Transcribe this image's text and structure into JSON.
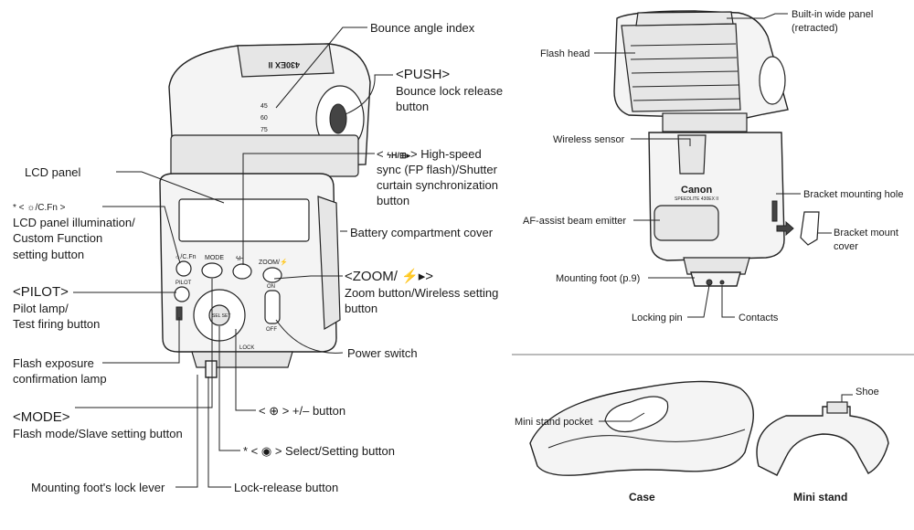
{
  "left": {
    "bounce_angle_index": "Bounce angle index",
    "push_title": "<PUSH>",
    "push_desc_1": "Bounce lock release",
    "push_desc_2": "button",
    "hss_tag": "< ",
    "hss_icon": "ϟH/⊞▸",
    "hss_tag_close": "> High-speed",
    "hss_desc_1": "sync (FP flash)/Shutter",
    "hss_desc_2": "curtain synchronization",
    "hss_desc_3": "button",
    "lcd_panel": "LCD panel",
    "lcd_illum_tag": "* < ☼/C.Fn >",
    "lcd_illum_1": "LCD panel illumination/",
    "lcd_illum_2": "Custom Function",
    "lcd_illum_3": "setting button",
    "battery_cover": "Battery compartment cover",
    "pilot_title": "<PILOT>",
    "pilot_1": "Pilot lamp/",
    "pilot_2": "Test firing button",
    "zoom_title": "<ZOOM/ ⚡▸>",
    "zoom_1": "Zoom button/Wireless setting",
    "zoom_2": "button",
    "power_switch": "Power switch",
    "fec_lamp_1": "Flash exposure",
    "fec_lamp_2": "confirmation lamp",
    "mode_title": "<MODE>",
    "mode_desc": "Flash mode/Slave setting button",
    "plusminus": "< ⊕ > +/– button",
    "select_set": "* < ◉ > Select/Setting button",
    "foot_lock_lever": "Mounting foot's lock lever",
    "lock_release": "Lock-release button",
    "panel_btn_cfn": "☼/C.Fn",
    "panel_btn_mode": "MODE",
    "panel_btn_hss": "ϟH",
    "panel_btn_zoom": "ZOOM/⚡",
    "panel_btn_pilot": "PILOT",
    "panel_btn_on": "ON",
    "panel_btn_off": "OFF",
    "panel_sel": "SEL SET",
    "panel_lock": "LOCK",
    "angle_45": "45",
    "angle_60": "60",
    "angle_75": "75",
    "head_model": "430EX II"
  },
  "right": {
    "builtin_panel_1": "Built-in wide panel",
    "builtin_panel_2": "(retracted)",
    "flash_head": "Flash head",
    "wireless_sensor": "Wireless sensor",
    "bracket_hole": "Bracket mounting hole",
    "af_assist": "AF-assist beam emitter",
    "bracket_cover_1": "Bracket mount",
    "bracket_cover_2": "cover",
    "mounting_foot": "Mounting foot (p.9)",
    "locking_pin": "Locking pin",
    "contacts": "Contacts",
    "brand": "Canon",
    "model": "SPEEDLITE 430EX II"
  },
  "accessories": {
    "shoe": "Shoe",
    "mini_stand_pocket": "Mini stand pocket",
    "case": "Case",
    "mini_stand": "Mini stand"
  },
  "colors": {
    "ink": "#1a1a1a",
    "fill_light": "#f4f4f4",
    "fill_mid": "#e6e6e6",
    "background": "#ffffff"
  }
}
